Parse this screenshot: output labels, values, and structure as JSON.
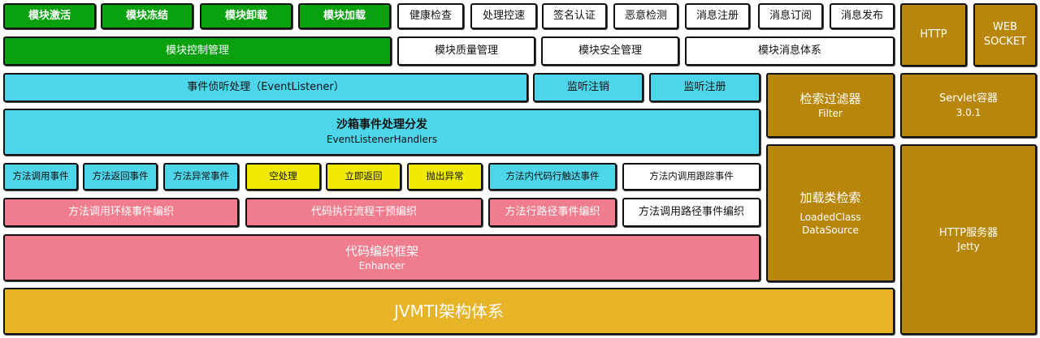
{
  "row1": {
    "green": [
      "模块激活",
      "模块冻结",
      "模块卸载",
      "模块加载"
    ],
    "white": [
      "健康检查",
      "处理控速",
      "签名认证",
      "恶意检测",
      "消息注册",
      "消息订阅",
      "消息发布"
    ]
  },
  "row2": {
    "control": "模块控制管理",
    "quality": "模块质量管理",
    "security": "模块安全管理",
    "message": "模块消息体系"
  },
  "row3": {
    "listener": "事件侦听处理（EventListener）",
    "unregister": "监听注销",
    "register": "监听注册"
  },
  "row4": {
    "title": "沙箱事件处理分发",
    "subtitle": "EventListenerHandlers"
  },
  "row5": [
    "方法调用事件",
    "方法返回事件",
    "方法异常事件",
    "空处理",
    "立即返回",
    "抛出异常",
    "方法内代码行触达事件",
    "方法内调用跟踪事件"
  ],
  "row6": [
    "方法调用环绕事件编织",
    "代码执行流程干预编织",
    "方法行路径事件编织",
    "方法调用路径事件编织"
  ],
  "row7": {
    "title": "代码编织框架",
    "subtitle": "Enhancer"
  },
  "row8": {
    "title": "JVMTI架构体系"
  },
  "right": {
    "http": "HTTP",
    "websocket_line1": "WEB",
    "websocket_line2": "SOCKET",
    "filter_title": "检索过滤器",
    "filter_sub": "Filter",
    "servlet_title": "Servlet容器",
    "servlet_sub": "3.0.1",
    "loaded_title": "加载类检索",
    "loaded_sub1": "LoadedClass",
    "loaded_sub2": "DataSource",
    "jetty_title": "HTTP服务器",
    "jetty_sub": "Jetty"
  },
  "colors": {
    "green": "#0aa10f",
    "cyan": "#4dd6ea",
    "yellow": "#f0ea00",
    "pink": "#f07d8e",
    "brown": "#b8860b",
    "gold": "#e7b427"
  }
}
